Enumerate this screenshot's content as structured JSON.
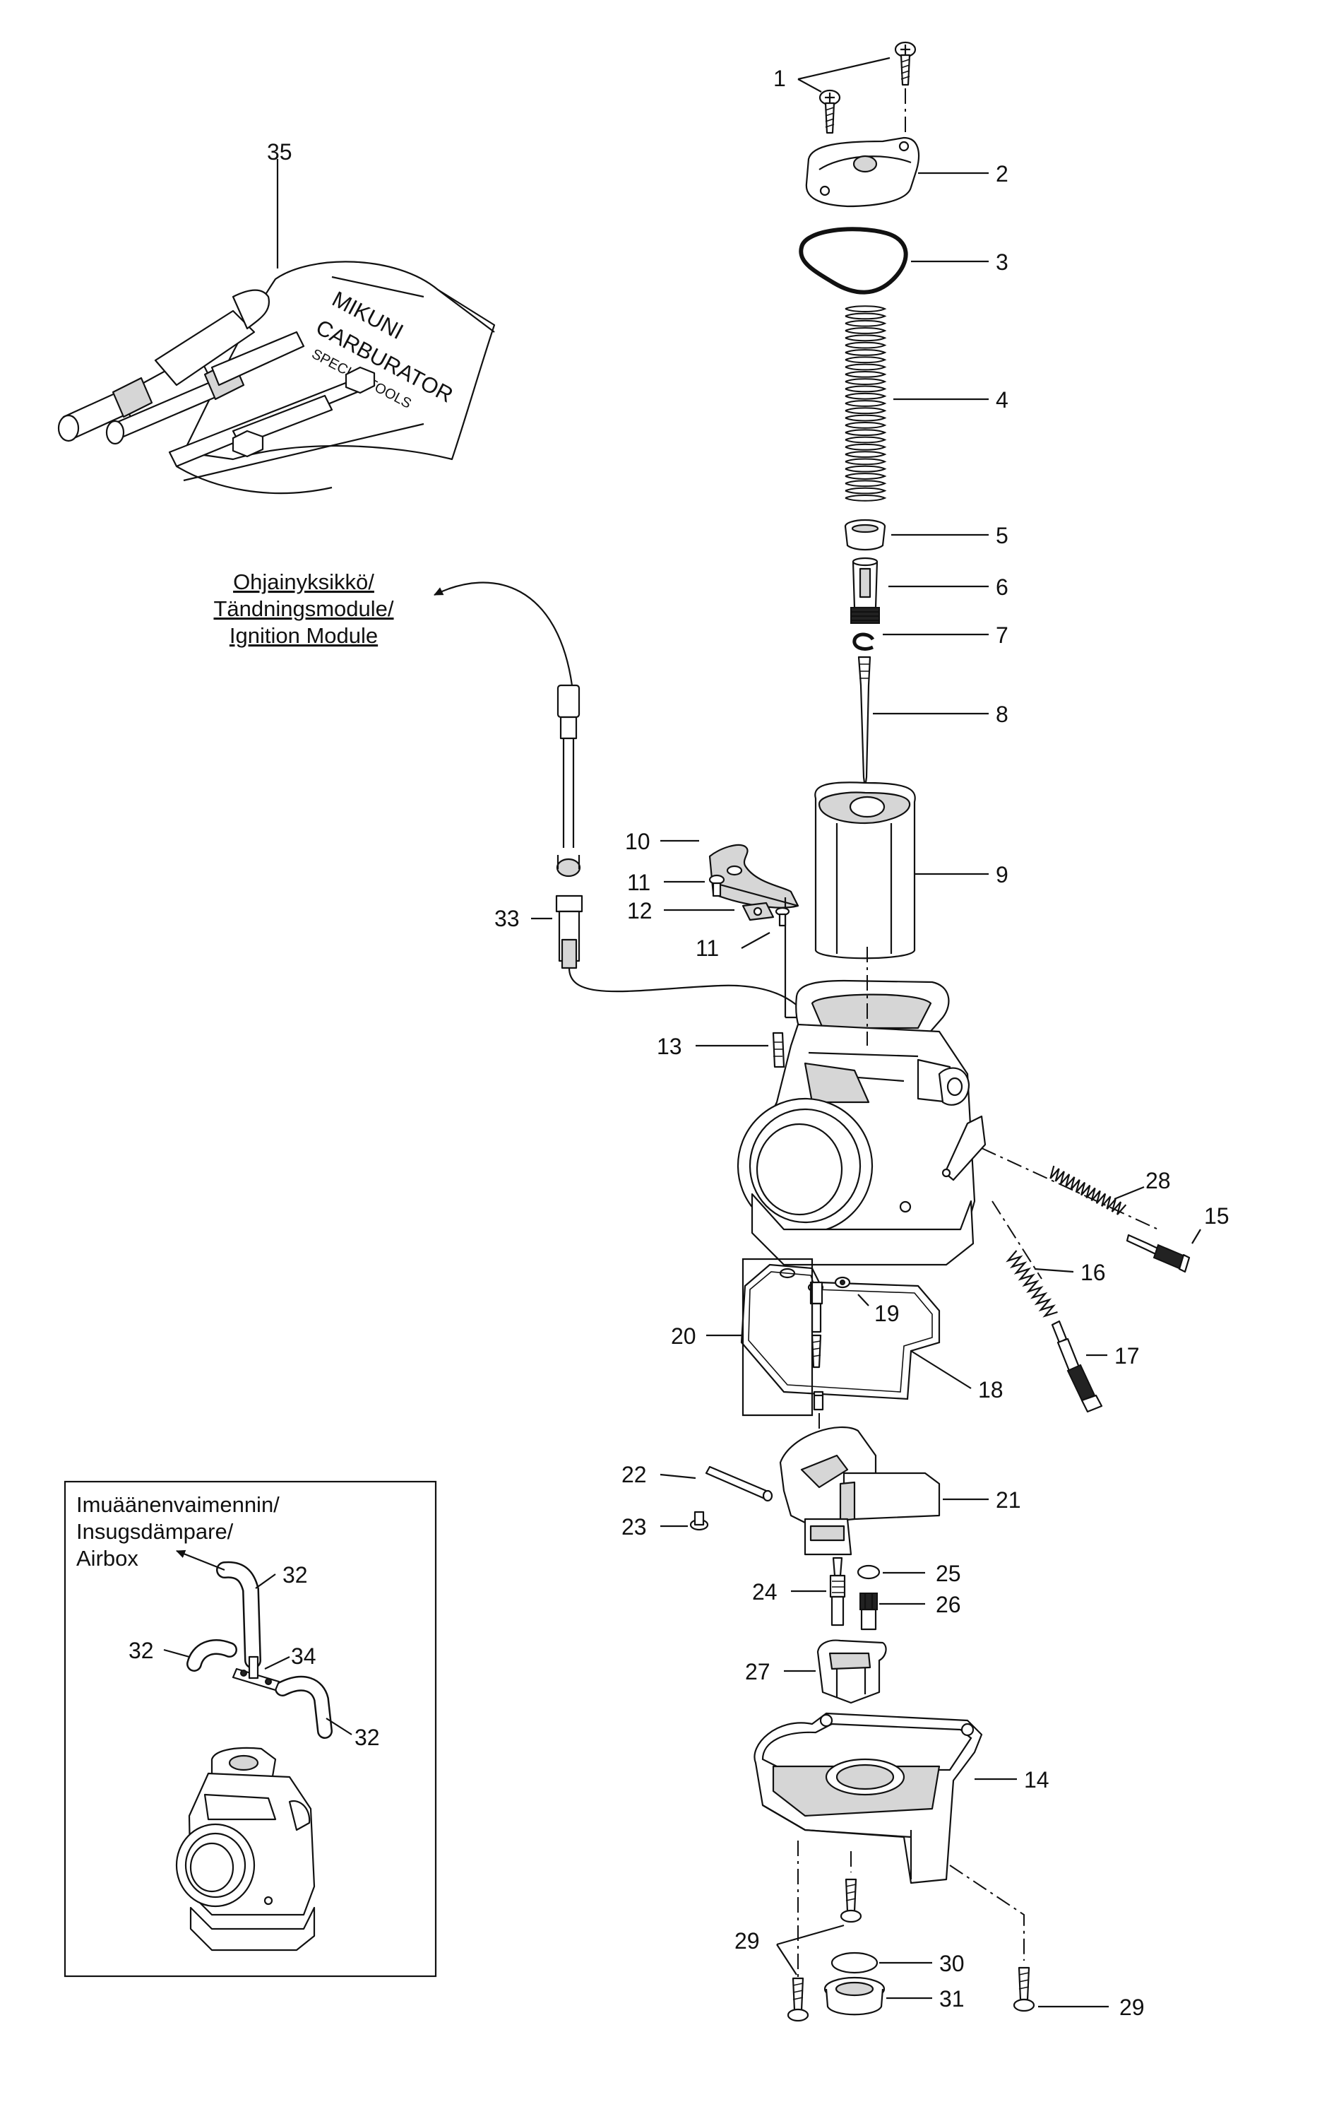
{
  "parts": {
    "p1": "1",
    "p2": "2",
    "p3": "3",
    "p4": "4",
    "p5": "5",
    "p6": "6",
    "p7": "7",
    "p8": "8",
    "p9": "9",
    "p10": "10",
    "p11a": "11",
    "p11b": "11",
    "p12": "12",
    "p13": "13",
    "p14": "14",
    "p15": "15",
    "p16": "16",
    "p17": "17",
    "p18": "18",
    "p19": "19",
    "p20": "20",
    "p21": "21",
    "p22": "22",
    "p23": "23",
    "p24": "24",
    "p25": "25",
    "p26": "26",
    "p27": "27",
    "p28": "28",
    "p29a": "29",
    "p29b": "29",
    "p30": "30",
    "p31": "31",
    "p32a": "32",
    "p32b": "32",
    "p32c": "32",
    "p33": "33",
    "p34": "34",
    "p35": "35"
  },
  "ignition_module": {
    "line1": "Ohjainyksikkö/",
    "line2": "Tändningsmodule/",
    "line3": "Ignition Module"
  },
  "airbox_box": {
    "line1": "Imuäänenvaimennin/",
    "line2": "Insugsdämpare/",
    "line3": "Airbox"
  },
  "tool_kit": {
    "line1": "MIKUNI",
    "line2": "CARBURATOR",
    "line3": "SPECIAL TOOLS"
  }
}
